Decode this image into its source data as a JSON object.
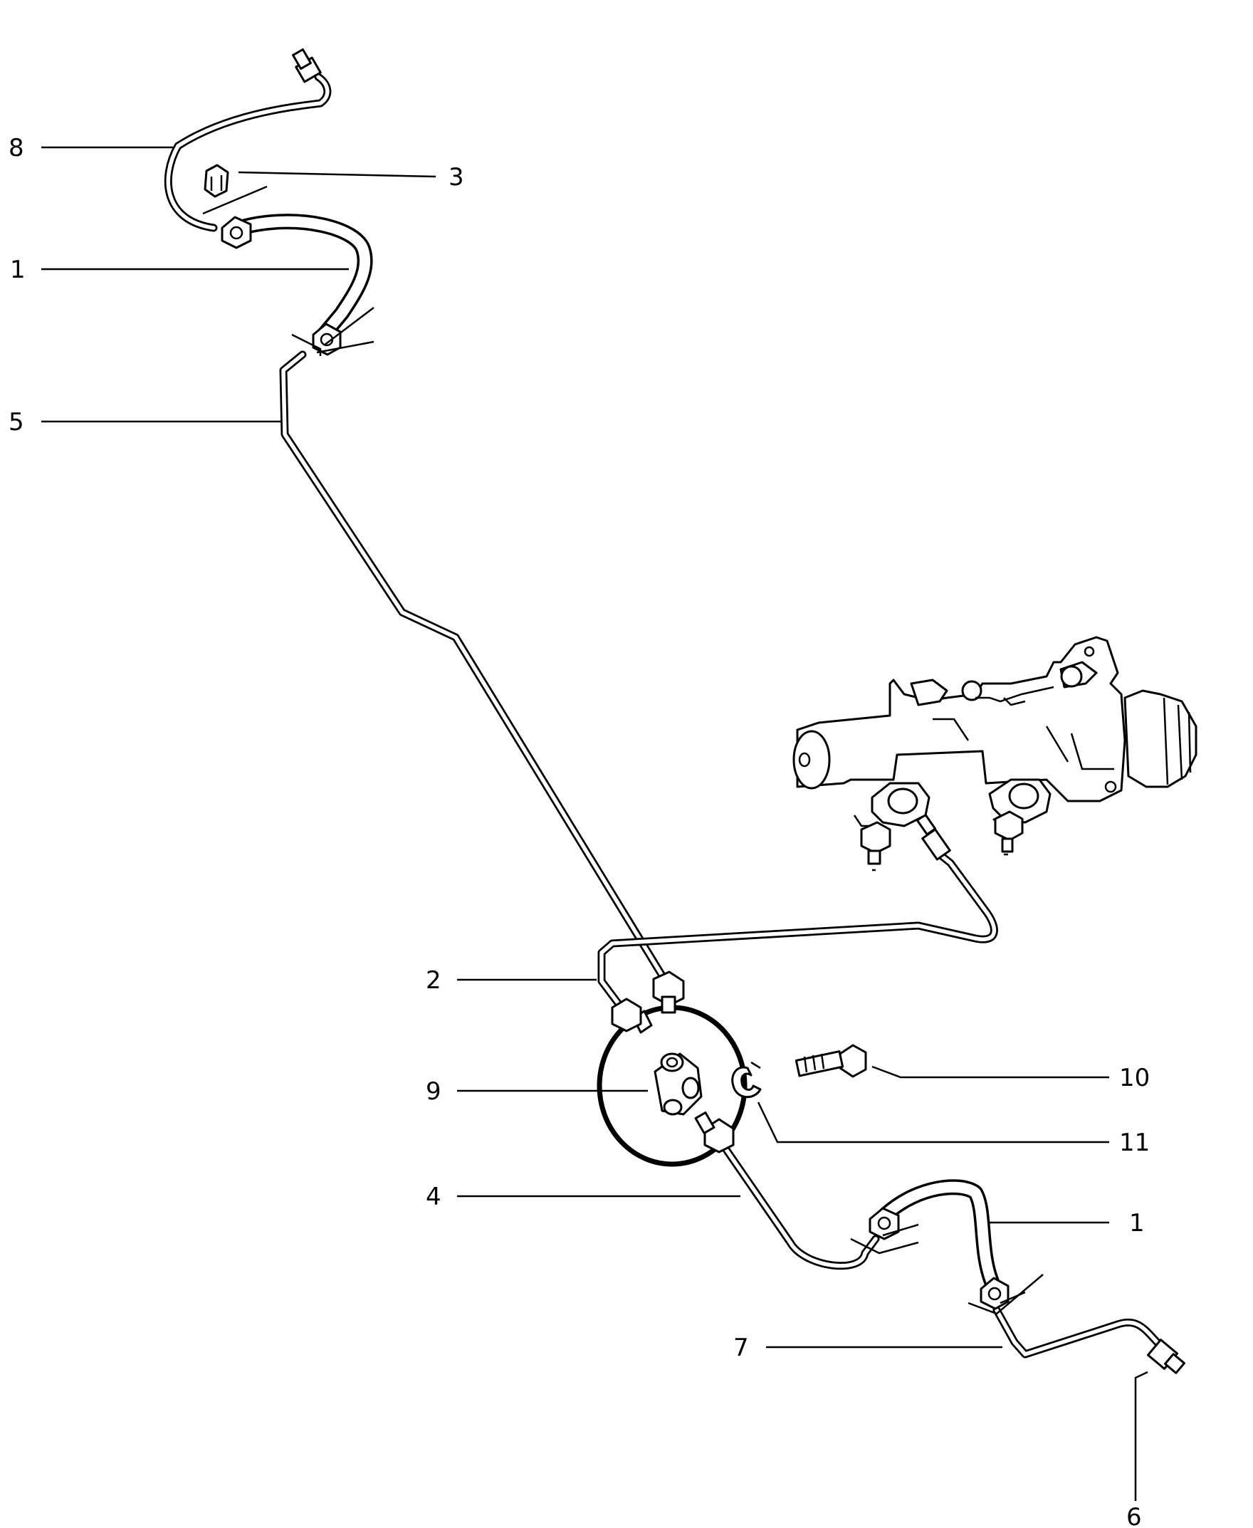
{
  "diagram": {
    "callouts": [
      {
        "id": "c8",
        "text": "8"
      },
      {
        "id": "c3",
        "text": "3"
      },
      {
        "id": "c1a",
        "text": "1"
      },
      {
        "id": "c5",
        "text": "5"
      },
      {
        "id": "c2",
        "text": "2"
      },
      {
        "id": "c9",
        "text": "9"
      },
      {
        "id": "c10",
        "text": "10"
      },
      {
        "id": "c11",
        "text": "11"
      },
      {
        "id": "c4",
        "text": "4"
      },
      {
        "id": "c1b",
        "text": "1"
      },
      {
        "id": "c7",
        "text": "7"
      },
      {
        "id": "c6",
        "text": "6"
      }
    ]
  }
}
